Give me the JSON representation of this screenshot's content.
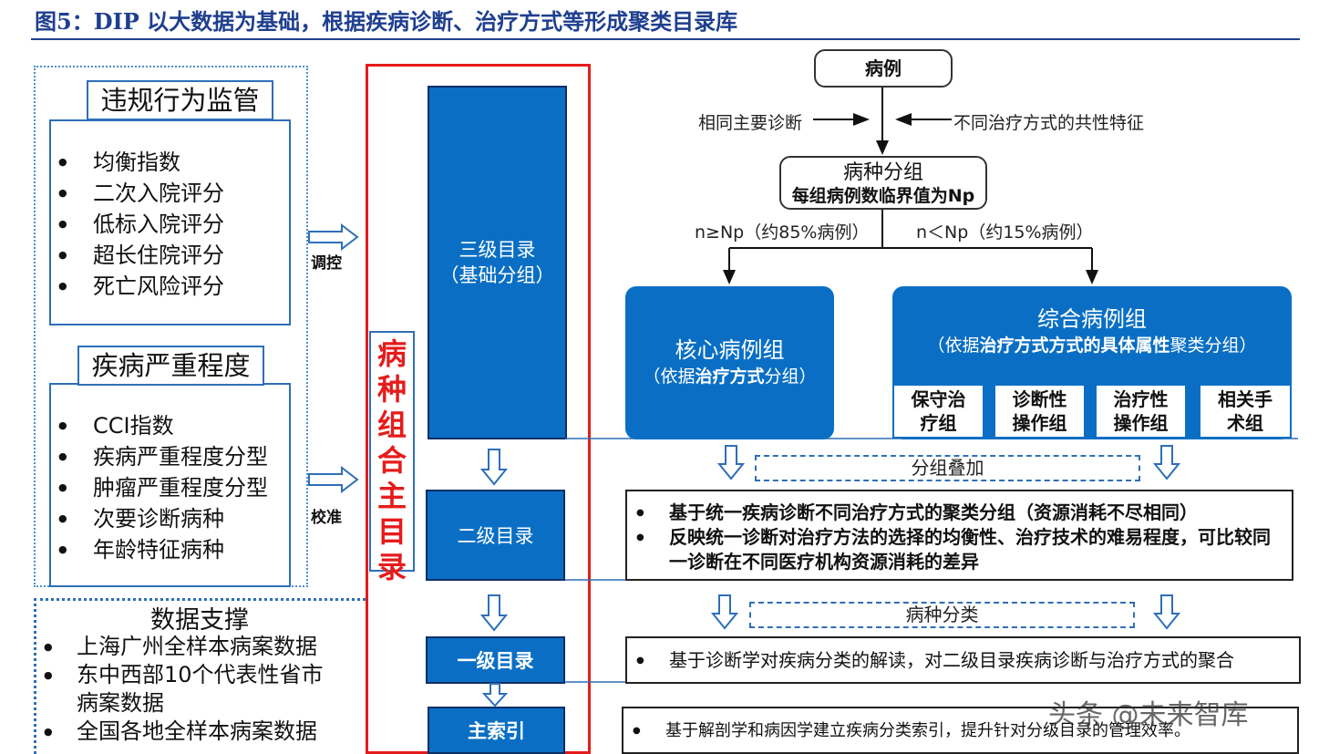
{
  "title": "图5：DIP 以大数据为基础，根据疾病诊断、治疗方式等形成聚类目录库",
  "left_panel": {
    "violation": {
      "title": "违规行为监管",
      "items": [
        "均衡指数",
        "二次入院评分",
        "低标入院评分",
        "超长住院评分",
        "死亡风险评分"
      ]
    },
    "severity": {
      "title": "疾病严重程度",
      "items": [
        "CCI指数",
        "疾病严重程度分型",
        "肿瘤严重程度分型",
        "次要诊断病种",
        "年龄特征病种"
      ]
    },
    "data_support": {
      "title": "数据支撑",
      "items": [
        "上海广州全样本病案数据",
        "东中西部10个代表性省市\n病案数据",
        "全国各地全样本病案数据"
      ]
    },
    "arrow_labels": {
      "adjust": "调控",
      "calibrate": "校准"
    }
  },
  "catalog": {
    "vertical_title": "病种组合主目录",
    "level3": "三级目录\n（基础分组）",
    "level2": "二级目录",
    "level1": "一级目录",
    "index": "主索引"
  },
  "flow": {
    "case": "病例",
    "same_diagnosis": "相同主要诊断",
    "common_feature": "不同治疗方式的共性特征",
    "disease_group": "病种分组",
    "threshold": "每组病例数临界值为Np",
    "branch_left": "n≥Np（约85%病例）",
    "branch_right": "n＜Np（约15%病例）",
    "core_group": {
      "title": "核心病例组",
      "sub_prefix": "（依据",
      "sub_bold": "治疗方式",
      "sub_suffix": "分组）"
    },
    "composite_group": {
      "title": "综合病例组",
      "sub_prefix": "（依据",
      "sub_bold": "治疗方式方式的具体属性",
      "sub_suffix": "聚类分组）",
      "subgroups": [
        "保守治\n疗组",
        "诊断性\n操作组",
        "治疗性\n操作组",
        "相关手\n术组"
      ]
    },
    "overlay_label": "分组叠加",
    "classify_label": "病种分类",
    "level2_desc": [
      "基于统一疾病诊断不同治疗方式的聚类分组（资源消耗不尽相同）",
      "反映统一诊断对治疗方法的选择的均衡性、治疗技术的难易程度，可比较同一诊断在不同医疗机构资源消耗的差异"
    ],
    "level1_desc": "基于诊断学对疾病分类的解读，对二级目录疾病诊断与治疗方式的聚合",
    "index_desc": "基于解剖学和病因学建立疾病分类索引，提升针对分级目录的管理效率。"
  },
  "watermark": "头条 @未来智库",
  "colors": {
    "title": "#1f3f8f",
    "block_blue": "#0a6fc4",
    "red": "#e61b1b"
  }
}
